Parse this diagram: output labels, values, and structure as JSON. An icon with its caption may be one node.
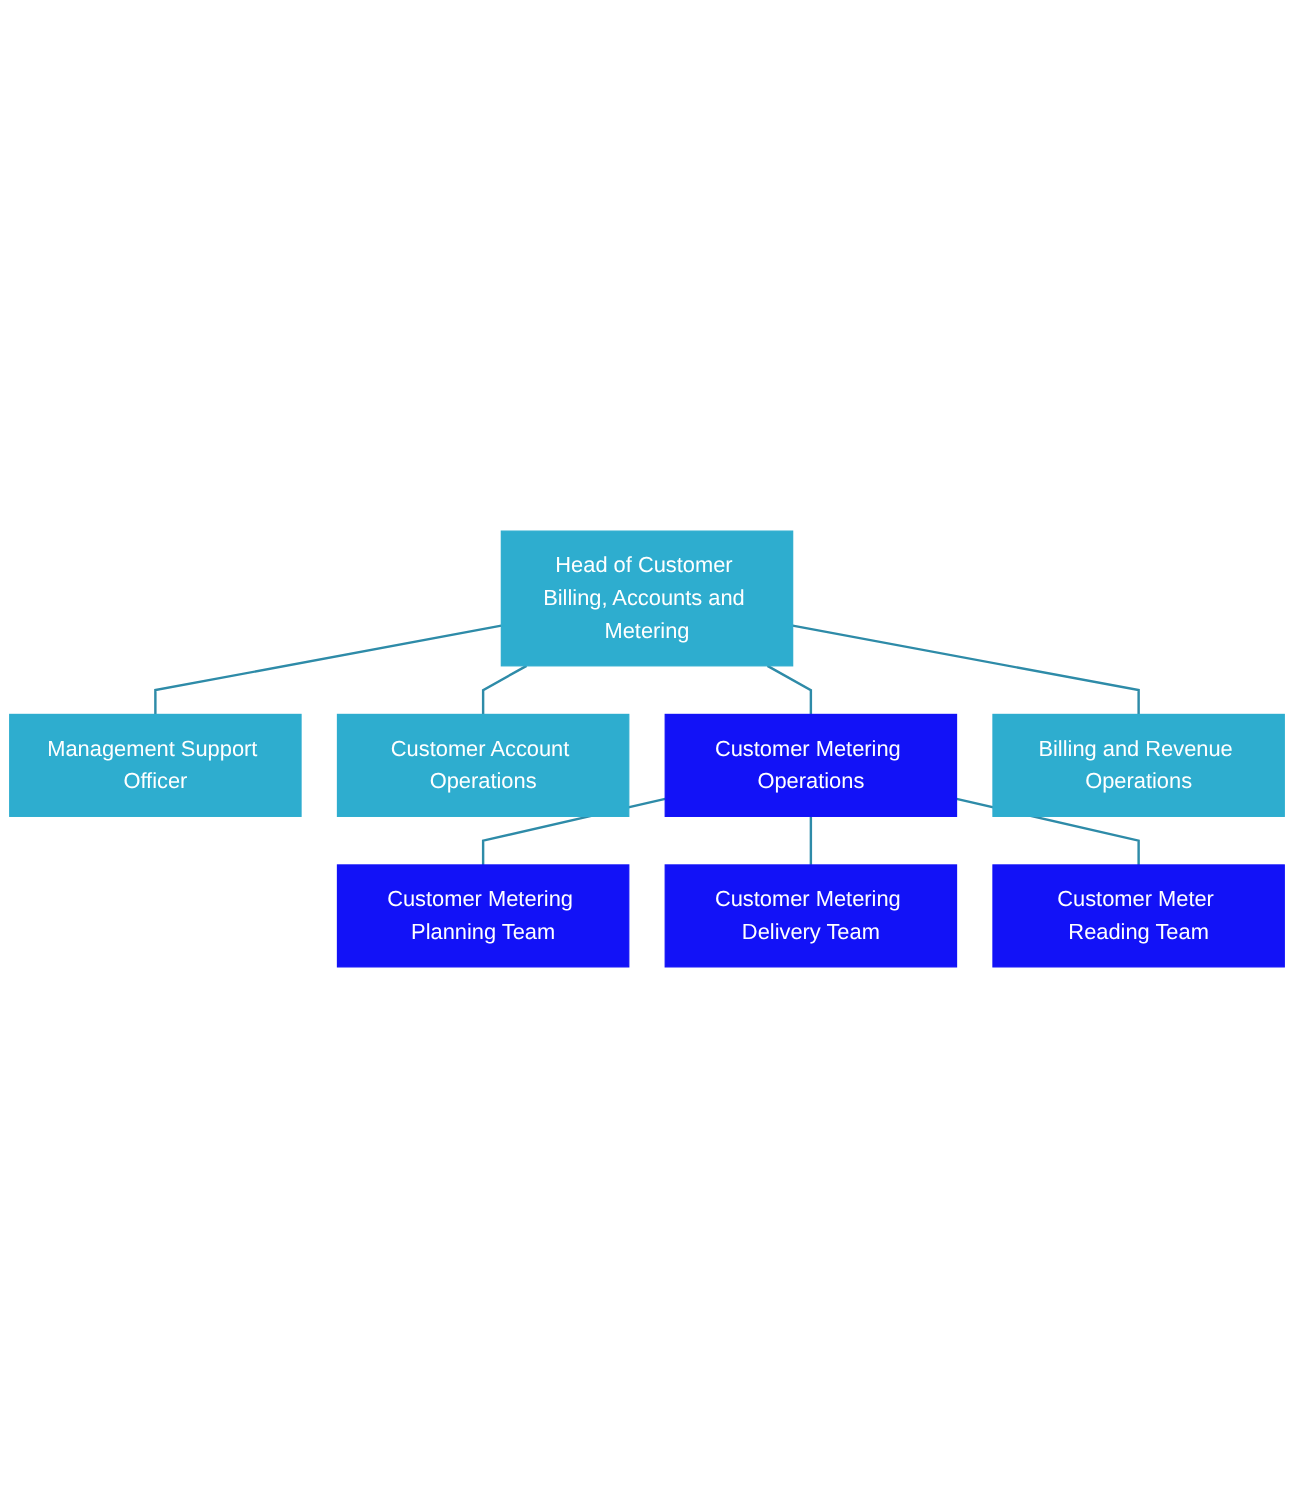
{
  "diagram": {
    "nodes": [
      {
        "text": [
          "Head of Customer Billing, Accounts and Metering"
        ]
      },
      {
        "text": [
          "Management Support Officer"
        ]
      },
      {
        "text": [
          "Customer Account Operations"
        ]
      },
      {
        "text": [
          "Customer Metering Operations"
        ]
      },
      {
        "text": [
          "Billing and Revenue Operations"
        ]
      },
      {
        "text": [
          "Customer Metering Planning Team"
        ]
      },
      {
        "text": [
          "Customer Metering Delivery Team"
        ]
      },
      {
        "text": [
          "Customer Meter Reading Team"
        ]
      }
    ],
    "edges": [
      {
        "from": 0,
        "to": 1,
        "arrow": "none"
      },
      {
        "from": 0,
        "to": 2,
        "arrow": "none"
      },
      {
        "from": 0,
        "to": 3,
        "arrow": "none"
      },
      {
        "from": 0,
        "to": 4,
        "arrow": "none"
      },
      {
        "from": 3,
        "to": 5,
        "arrow": "none"
      },
      {
        "from": 3,
        "to": 6,
        "arrow": "none"
      },
      {
        "from": 3,
        "to": 7,
        "arrow": "none"
      }
    ]
  }
}
